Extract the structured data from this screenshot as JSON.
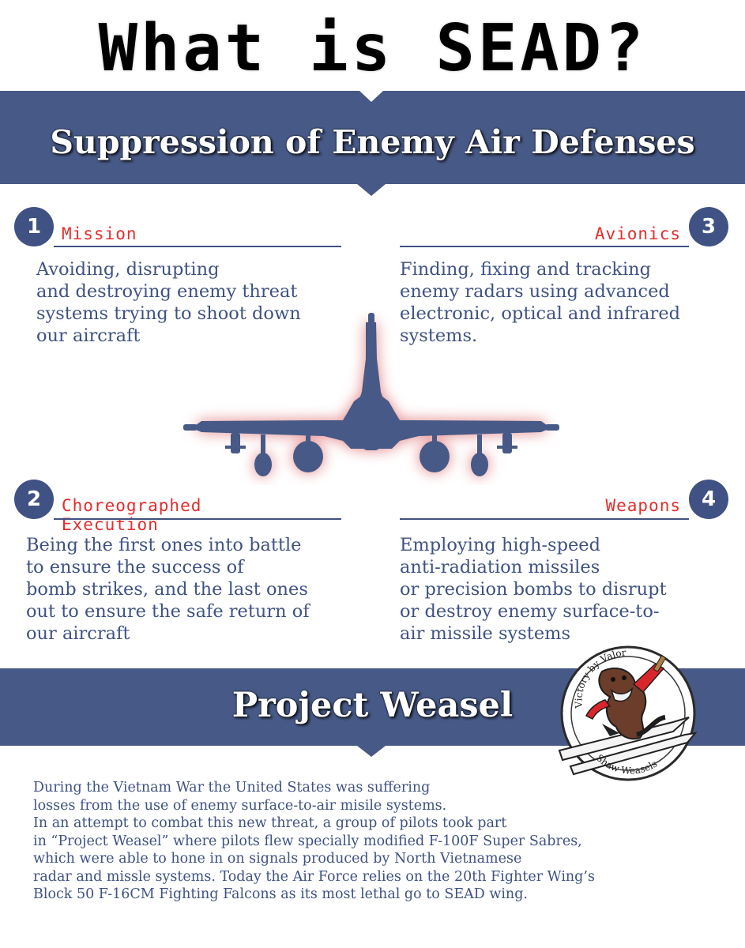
{
  "title": "What is SEAD?",
  "banner": "Suppression of Enemy Air Defenses",
  "sections": [
    {
      "number": "1",
      "heading": "Mission",
      "lines": [
        "Avoiding, disrupting",
        "and destroying enemy threat",
        "systems trying to shoot down",
        "our aircraft"
      ]
    },
    {
      "number": "2",
      "heading": "Choreographed Execution",
      "lines": [
        "Being the first ones into battle",
        "to ensure the success of",
        "bomb strikes, and the last ones",
        "out to ensure the safe return of",
        "our aircraft"
      ]
    },
    {
      "number": "3",
      "heading": "Avionics",
      "lines": [
        "Finding, fixing and tracking",
        "enemy radars using advanced",
        "electronic, optical and infrared",
        "systems."
      ]
    },
    {
      "number": "4",
      "heading": "Weapons",
      "lines": [
        "Employing high-speed",
        "anti-radiation missiles",
        "or precision bombs to disrupt",
        "or destroy enemy surface-to-",
        "air missile systems"
      ]
    }
  ],
  "project": {
    "title": "Project Weasel",
    "lines": [
      "During the Vietnam War the United States was suffering",
      "losses from the use of enemy surface-to-air misile systems.",
      "In an attempt to combat this new threat, a group of pilots took part",
      "in “Project Weasel” where pilots flew specially modified F-100F Super Sabres,",
      "which were able to hone in on signals produced by North Vietnamese",
      "radar and missle systems. Today the Air Force relies on the 20th Fighter Wing’s",
      "Block 50 F-16CM Fighting Falcons as its most lethal go to SEAD wing."
    ]
  },
  "emblem": {
    "top_text": "Victory by Valor",
    "bottom_text": "Shaw Weasels"
  },
  "colors": {
    "navy": "#3f5283",
    "red": "#e52c2c",
    "glow": "#d8595c"
  },
  "icons": [
    "f16-jet-silhouette",
    "weasel-emblem"
  ]
}
